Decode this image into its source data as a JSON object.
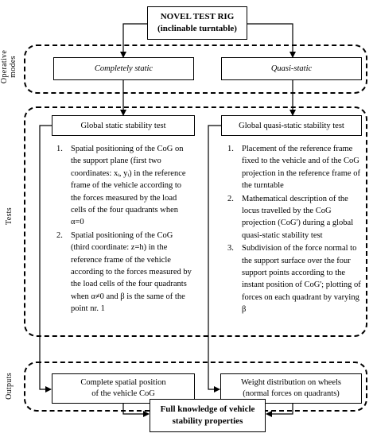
{
  "top": {
    "line1": "NOVEL TEST RIG",
    "line2": "(inclinable turntable)"
  },
  "labels": {
    "modes_line1": "Operative",
    "modes_line2": "modes",
    "tests": "Tests",
    "outputs": "Outputs"
  },
  "modes": {
    "static": "Completely static",
    "quasi": "Quasi-static"
  },
  "tests": {
    "left_title": "Global static stability test",
    "right_title": "Global quasi-static stability test",
    "left_items": [
      {
        "num": "1.",
        "text": "Spatial positioning of the CoG on the support plane (first two coordinates: xᵢ, yᵢ) in the reference frame of the vehicle according to the forces measured by the load cells of the four quadrants when α=0"
      },
      {
        "num": "2.",
        "text": "Spatial positioning of the CoG (third coordinate: z=h) in the reference frame of the vehicle according to the forces measured by the load cells of the four quadrants when α≠0 and β is the same of the point nr. 1"
      }
    ],
    "right_items": [
      {
        "num": "1.",
        "text": "Placement of the reference frame fixed to the vehicle and of the CoG projection in the reference frame of the turntable"
      },
      {
        "num": "2.",
        "text": "Mathematical description of the locus travelled by the CoG projection (CoG') during a global quasi-static stability test"
      },
      {
        "num": "3.",
        "text": "Subdivision of the force normal to the support surface over the four support points according to the instant position of CoG'; plotting of forces on each quadrant by varying β"
      }
    ]
  },
  "outputs": {
    "left_line1": "Complete spatial position",
    "left_line2": "of the vehicle CoG",
    "right_line1": "Weight distribution on wheels",
    "right_line2": "(normal forces on quadrants)"
  },
  "final": {
    "line1": "Full knowledge of vehicle",
    "line2": "stability properties"
  }
}
